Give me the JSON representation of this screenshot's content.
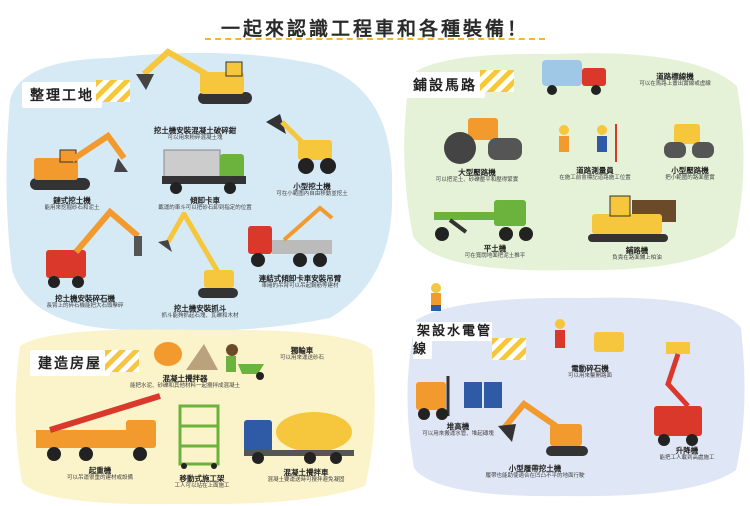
{
  "title": "一起來認識工程車和各種裝備！",
  "sections": {
    "s1": {
      "title": "整理工地"
    },
    "s2": {
      "title": "鋪設馬路"
    },
    "s3": {
      "title": "建造房屋"
    },
    "s4": {
      "title": "架設水電管線"
    }
  },
  "items": {
    "i1": {
      "name": "挖土機安裝混凝土破碎鉗",
      "desc": "可以用來粉碎混凝土塊"
    },
    "i2": {
      "name": "鏈式挖土機",
      "desc": "能用來挖掘砂石和泥土"
    },
    "i3": {
      "name": "傾卸卡車",
      "desc": "載運的車斗可以把砂石卸到指定的位置"
    },
    "i4": {
      "name": "小型挖土機",
      "desc": "可在小範圍內自由移動並挖土"
    },
    "i5": {
      "name": "挖土機安裝碎石機",
      "desc": "長臂上的碎石機能把大石頭擊碎"
    },
    "i6": {
      "name": "挖土機安裝抓斗",
      "desc": "抓斗能夠抓起石塊、瓦礫和木材"
    },
    "i7": {
      "name": "連結式傾卸卡車安裝吊臂",
      "desc": "車廂的吊臂可以吊起鋼筋等建材"
    },
    "i8": {
      "name": "道路標線機",
      "desc": "可以在馬路上畫出實線或虛線"
    },
    "i9": {
      "name": "大型壓路機",
      "desc": "可以把泥土、砂礫壓平和壓得緊實"
    },
    "i10": {
      "name": "道路測量員",
      "desc": "在施工前會標記道路施工位置"
    },
    "i11": {
      "name": "小型壓路機",
      "desc": "把小範圍的路面壓實"
    },
    "i12": {
      "name": "平土機",
      "desc": "可在寬闊地面把泥土推平"
    },
    "i13": {
      "name": "鋪路機",
      "desc": "負責在路面鋪上柏油"
    },
    "i14": {
      "name": "混凝土攪拌器",
      "desc": "能把水泥、砂礫和其他材料一起攪拌成混凝土"
    },
    "i15": {
      "name": "獨輪車",
      "desc": "可以用來運送砂石"
    },
    "i16": {
      "name": "起重機",
      "desc": "可以吊運很重的建材或設備"
    },
    "i17": {
      "name": "移動式施工架",
      "desc": "工人可以站在上面施工"
    },
    "i18": {
      "name": "混凝土攪拌車",
      "desc": "混凝土要運送時可攪拌避免凝固"
    },
    "i19": {
      "name": "電動碎石機",
      "desc": "可以用來鑿開路面"
    },
    "i20": {
      "name": "堆高機",
      "desc": "可以用來搬運水管、堆起磚塊"
    },
    "i21": {
      "name": "小型履帶挖土機",
      "desc": "履帶也能助使適合在凹凸不平的地面行駛"
    },
    "i22": {
      "name": "升降機",
      "desc": "能把工人載到高處施工"
    }
  },
  "colors": {
    "yellow": "#f6c63c",
    "orange": "#f29a2e",
    "red": "#d9382b",
    "green": "#6bb33d",
    "blue": "#2f5aa6"
  }
}
